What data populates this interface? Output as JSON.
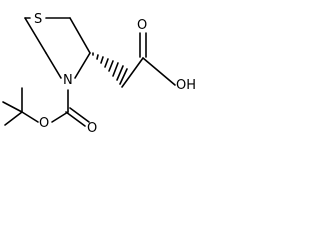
{
  "molecule": {
    "atoms": {
      "sulfur": "S",
      "nitrogen": "N",
      "carbonyl_oxygen_acid": "O",
      "hydroxyl": "OH",
      "ester_oxygen": "O",
      "carbonyl_oxygen_boc": "O"
    },
    "colors": {
      "bonds": "#000000",
      "labels": "#000000",
      "background": "#ffffff"
    }
  }
}
